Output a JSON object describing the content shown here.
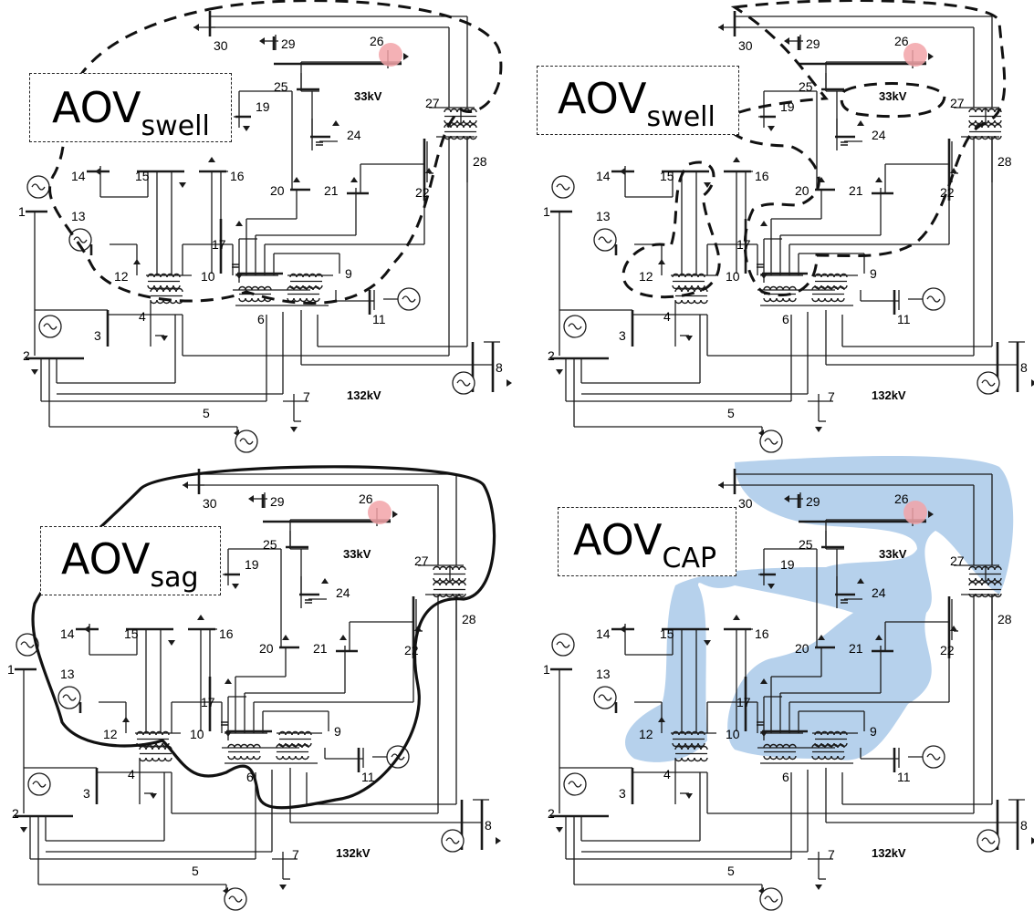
{
  "panels": [
    {
      "annotation": {
        "main": "AOV",
        "sub": "swell"
      },
      "region_style": "dashed",
      "bus_numbers": [
        "1",
        "2",
        "3",
        "4",
        "5",
        "6",
        "7",
        "8",
        "9",
        "10",
        "11",
        "12",
        "13",
        "14",
        "15",
        "16",
        "17",
        "19",
        "20",
        "21",
        "22",
        "24",
        "25",
        "26",
        "27",
        "28",
        "29",
        "30"
      ],
      "voltage_labels": {
        "high": "132kV",
        "low": "33kV"
      },
      "highlighted_bus": "26"
    },
    {
      "annotation": {
        "main": "AOV",
        "sub": "swell"
      },
      "region_style": "dashed",
      "bus_numbers": [
        "1",
        "2",
        "3",
        "4",
        "5",
        "6",
        "7",
        "8",
        "9",
        "10",
        "11",
        "12",
        "13",
        "14",
        "15",
        "16",
        "17",
        "19",
        "20",
        "21",
        "22",
        "24",
        "25",
        "26",
        "27",
        "28",
        "29",
        "30"
      ],
      "voltage_labels": {
        "high": "132kV",
        "low": "33kV"
      },
      "highlighted_bus": "26"
    },
    {
      "annotation": {
        "main": "AOV",
        "sub": "sag"
      },
      "region_style": "solid",
      "bus_numbers": [
        "1",
        "2",
        "3",
        "4",
        "5",
        "6",
        "7",
        "8",
        "9",
        "10",
        "11",
        "12",
        "13",
        "14",
        "15",
        "16",
        "17",
        "19",
        "20",
        "21",
        "22",
        "24",
        "25",
        "26",
        "27",
        "28",
        "29",
        "30"
      ],
      "voltage_labels": {
        "high": "132kV",
        "low": "33kV"
      },
      "highlighted_bus": "26"
    },
    {
      "annotation": {
        "main": "AOV",
        "sub": "CAP"
      },
      "region_style": "filled",
      "bus_numbers": [
        "1",
        "2",
        "3",
        "4",
        "5",
        "6",
        "7",
        "8",
        "9",
        "10",
        "11",
        "12",
        "13",
        "14",
        "15",
        "16",
        "17",
        "19",
        "20",
        "21",
        "22",
        "24",
        "25",
        "26",
        "27",
        "28",
        "29",
        "30"
      ],
      "voltage_labels": {
        "high": "132kV",
        "low": "33kV"
      },
      "highlighted_bus": "26"
    }
  ],
  "colors": {
    "line": "#1a1a1a",
    "highlight": "#f2a3a8",
    "cap_region": "#a9c9e9",
    "region_outline": "#111111"
  }
}
